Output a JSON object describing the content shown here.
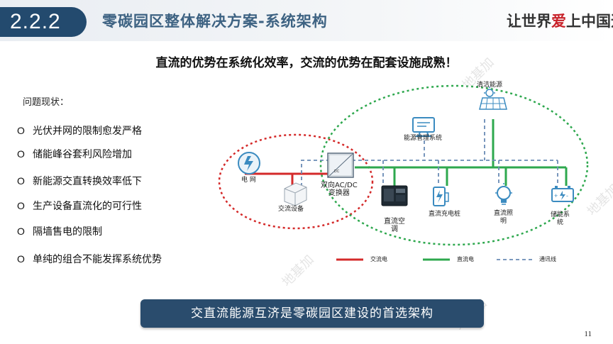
{
  "header": {
    "section_number": "2.2.2",
    "title": "零碳园区整体解决方案-系统架构",
    "logo_text_left": "让世界",
    "logo_text_mark": "爱",
    "logo_text_right": "上中国造"
  },
  "subtitle": "直流的优势在系统化效率，交流的优势在配套设施成熟！",
  "problems": {
    "heading": "问题现状：",
    "bullet": "O",
    "items": [
      "光伏并网的限制愈发严格",
      "储能峰谷套利风险增加",
      "新能源交直转换效率低下",
      "生产设备直流化的可行性",
      "隔墙售电的限制",
      "单纯的组合不能发挥系统优势"
    ]
  },
  "diagram": {
    "grid": "电 网",
    "ac_equipment": "交流设备",
    "converter_line1": "双向AC/DC",
    "converter_line2": "变换器",
    "ems": "能源管理系统",
    "clean_energy": "清洁能源",
    "dc_ac_line1": "直流空",
    "dc_ac_line2": "调",
    "dc_charger": "直流充电桩",
    "dc_light_line1": "直流照",
    "dc_light_line2": "明",
    "storage_line1": "储能系",
    "storage_line2": "统",
    "converter_icon_text": "DC"
  },
  "legend": {
    "ac": "交流电",
    "dc": "直流电",
    "comm": "通讯线"
  },
  "colors": {
    "ac_line": "#d42a2a",
    "dc_line": "#2ea84e",
    "comm_line": "#6a8bb5",
    "header_blue": "#234a6e",
    "title_blue": "#3d6282"
  },
  "banner": "交直流能源互济是零碳园区建设的首选架构",
  "page_number": "11",
  "watermark": "地基加"
}
